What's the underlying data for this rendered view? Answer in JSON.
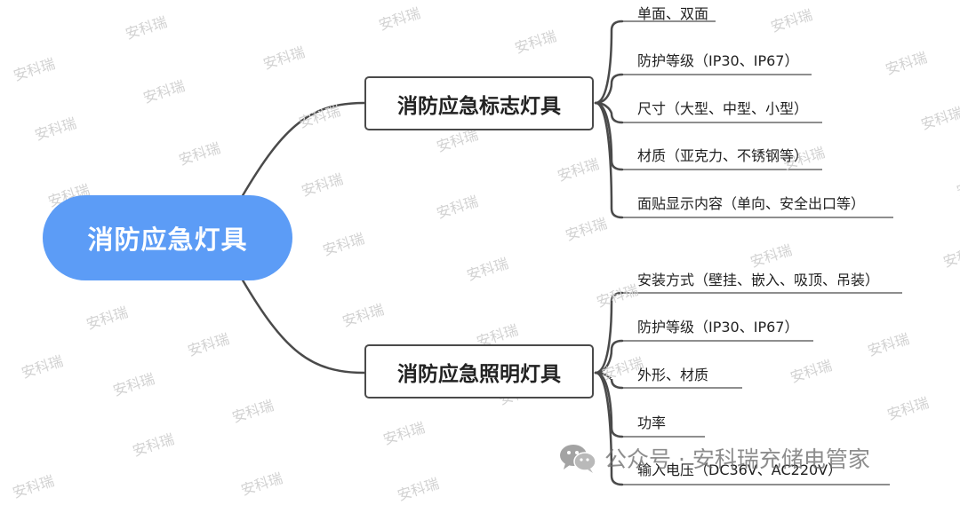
{
  "root": {
    "label": "消防应急灯具",
    "color": "#5c9cf6"
  },
  "watermark": "安科瑞",
  "branches": [
    {
      "label": "消防应急标志灯具",
      "leaves": [
        "单面、双面",
        "防护等级（IP30、IP67）",
        "尺寸（大型、中型、小型）",
        "材质（亚克力、不锈钢等）",
        "面贴显示内容（单向、安全出口等）"
      ]
    },
    {
      "label": "消防应急照明灯具",
      "leaves": [
        "安装方式（壁挂、嵌入、吸顶、吊装）",
        "防护等级（IP30、IP67）",
        "外形、材质",
        "功率",
        "输入电压（DC36V、AC220V）"
      ]
    }
  ],
  "footer": {
    "prefix": "公众号 · ",
    "account": "安科瑞充储电管家",
    "icon": "wechat-icon"
  }
}
